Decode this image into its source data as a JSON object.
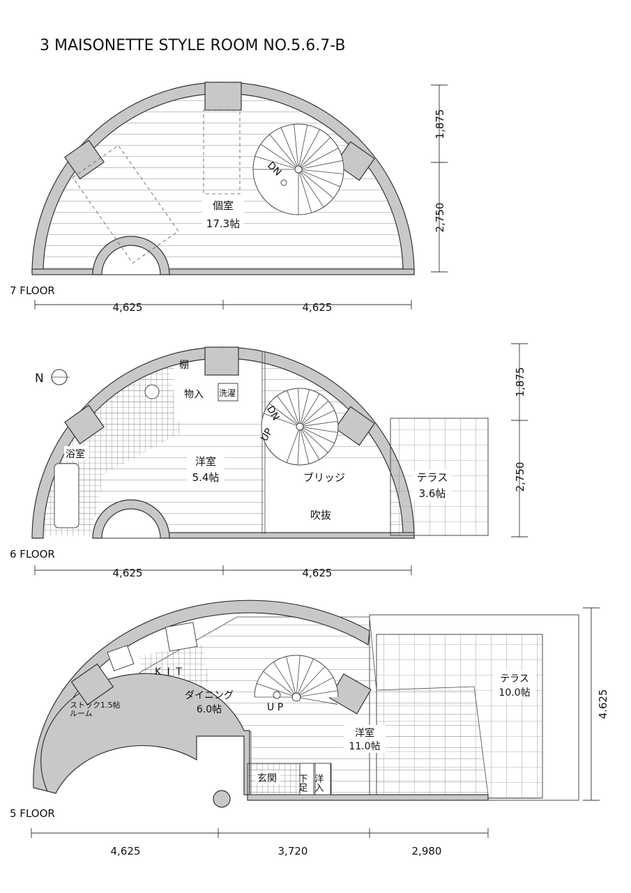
{
  "title": "3 MAISONETTE STYLE ROOM NO.5.6.7-B",
  "colors": {
    "wall": "#c8c8c8",
    "line": "#333333"
  },
  "floor7": {
    "label": "7 FLOOR",
    "room_name": "個室",
    "room_size": "17.3帖",
    "stair": "DN",
    "dims_vertical": [
      "1,875",
      "2,750"
    ],
    "dims_horizontal": [
      "4,625",
      "4,625"
    ]
  },
  "floor6": {
    "label": "6 FLOOR",
    "north": "N",
    "rooms": {
      "shelf": "棚",
      "storage": "物入",
      "laundry": "洗濯",
      "bath": "浴室",
      "western_name": "洋室",
      "western_size": "5.4帖",
      "bridge": "ブリッジ",
      "void": "吹抜",
      "terrace_name": "テラス",
      "terrace_size": "3.6帖"
    },
    "stair_dn": "DN",
    "stair_up": "UP",
    "dims_vertical": [
      "1,875",
      "2,750"
    ],
    "dims_horizontal": [
      "4,625",
      "4,625"
    ]
  },
  "floor5": {
    "label": "5 FLOOR",
    "rooms": {
      "kitchen": "K I T",
      "dining_name": "ダイニング",
      "dining_size": "6.0帖",
      "stock": "ストック1.5帖",
      "stock2": "ルーム",
      "stair_up": "U P",
      "western_name": "洋室",
      "western_size": "11.0帖",
      "entrance": "玄関",
      "shoe": "下足",
      "closet": "洋入",
      "terrace_name": "テラス",
      "terrace_size": "10.0帖"
    },
    "dims_vertical": [
      "4.625"
    ],
    "dims_horizontal": [
      "4,625",
      "3,720",
      "2,980"
    ]
  }
}
